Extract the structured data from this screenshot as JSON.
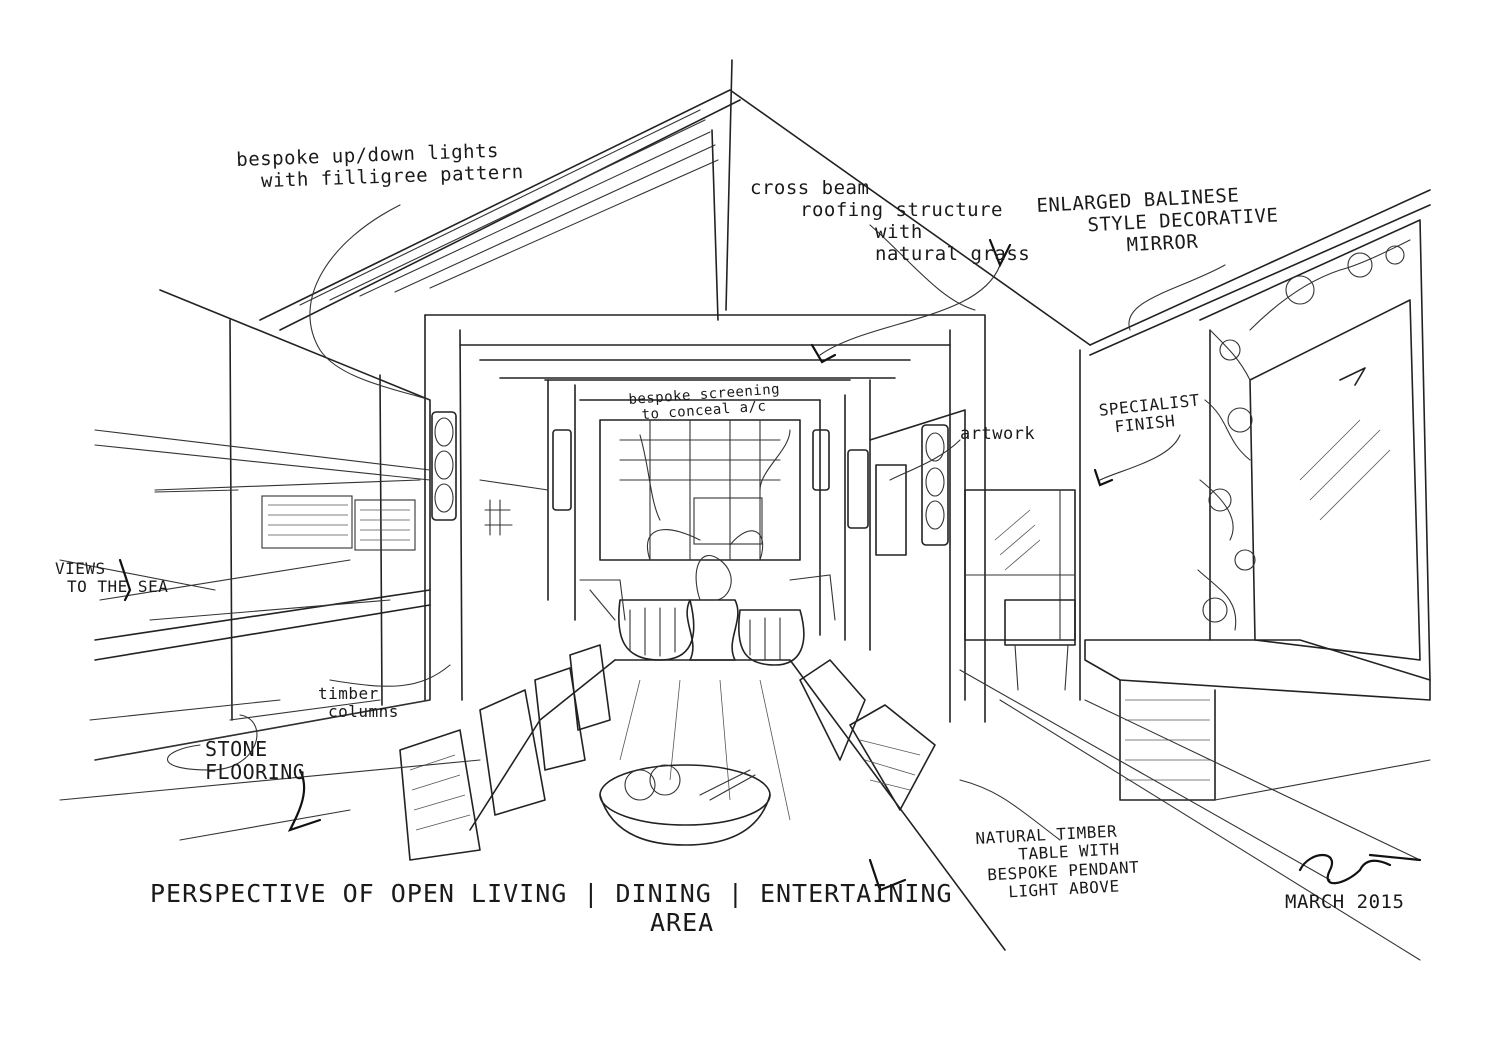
{
  "annotations": {
    "lights": [
      "bespoke up/down lights",
      "with filligree pattern"
    ],
    "roof": [
      "cross beam",
      "roofing structure",
      "with",
      "natural grass"
    ],
    "mirror": [
      "enlarged balinese",
      "style decorative",
      "mirror"
    ],
    "screening": [
      "bespoke screening",
      "to conceal a/c"
    ],
    "artwork": [
      "artwork"
    ],
    "finish": [
      "specialist",
      "finish"
    ],
    "views": [
      "views",
      "to the sea"
    ],
    "columns": [
      "timber",
      "columns"
    ],
    "flooring": [
      "stone",
      "flooring"
    ],
    "table": [
      "natural timber",
      "table with",
      "bespoke pendant",
      "light above"
    ]
  },
  "title": [
    "perspective of open living | dining | entertaining",
    "area"
  ],
  "date": "march 2015"
}
